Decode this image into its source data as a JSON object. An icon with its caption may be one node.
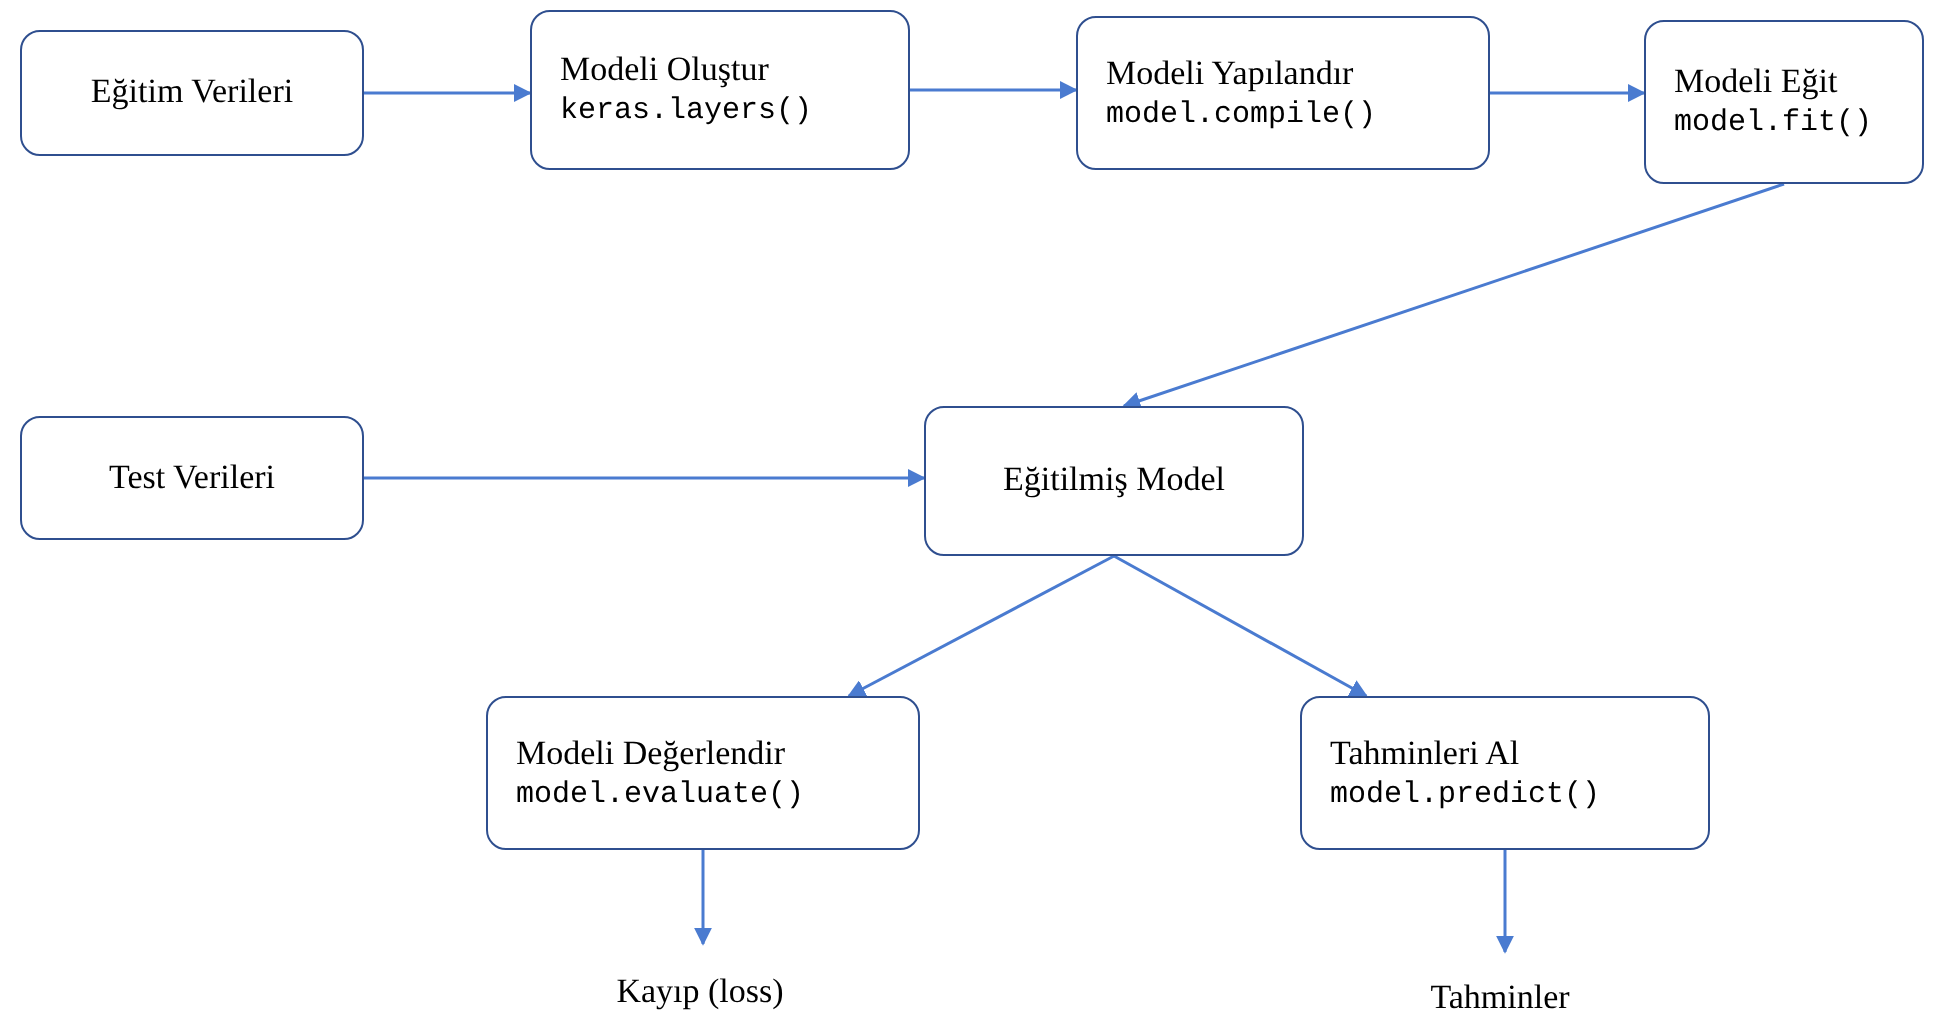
{
  "diagram": {
    "nodes": [
      {
        "text": [
          "Eğitim Verileri"
        ]
      },
      {
        "text": [
          "Modeli Oluştur",
          "keras.layers()"
        ]
      },
      {
        "text": [
          "Modeli Yapılandır",
          "model.compile()"
        ]
      },
      {
        "text": [
          "Modeli Eğit",
          "model.fit()"
        ]
      },
      {
        "text": [
          "Test Verileri"
        ]
      },
      {
        "text": [
          "Eğitilmiş Model"
        ]
      },
      {
        "text": [
          "Modeli Değerlendir",
          "model.evaluate()"
        ]
      },
      {
        "text": [
          "Tahminleri Al",
          "model.predict()"
        ]
      },
      {
        "text": [
          "Kayıp (loss)"
        ]
      },
      {
        "text": [
          "Tahminler"
        ]
      }
    ],
    "edges": [
      {
        "from": 0,
        "to": 1,
        "arrow": "to"
      },
      {
        "from": 1,
        "to": 2,
        "arrow": "to"
      },
      {
        "from": 2,
        "to": 3,
        "arrow": "to"
      },
      {
        "from": 3,
        "to": 5,
        "arrow": "to"
      },
      {
        "from": 4,
        "to": 5,
        "arrow": "to"
      },
      {
        "from": 5,
        "to": 6,
        "arrow": "to"
      },
      {
        "from": 5,
        "to": 7,
        "arrow": "to"
      },
      {
        "from": 6,
        "to": 8,
        "arrow": "to"
      },
      {
        "from": 7,
        "to": 9,
        "arrow": "to"
      }
    ]
  }
}
